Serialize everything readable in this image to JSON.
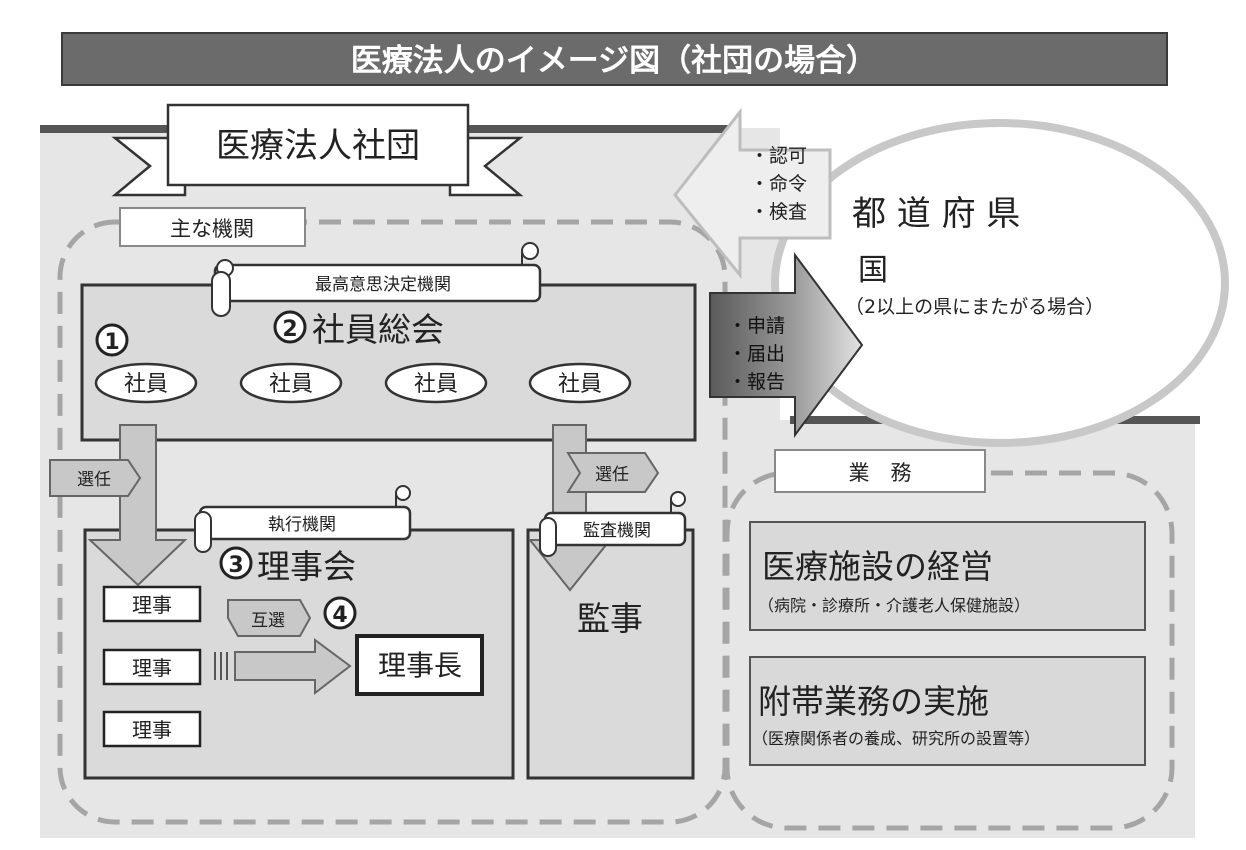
{
  "title": "医療法人のイメージ図（社団の場合）",
  "banner": "医療法人社団",
  "organs_label": "主な機関",
  "supreme_tag": "最高意思決定機関",
  "general_meeting": "社員総会",
  "members": [
    "社員",
    "社員",
    "社員",
    "社員"
  ],
  "marker_1": "1",
  "marker_2": "2",
  "marker_3": "3",
  "marker_4": "4",
  "appoint_left": "選任",
  "appoint_right": "選任",
  "exec_tag": "執行機関",
  "board": "理事会",
  "directors": [
    "理事",
    "理事",
    "理事"
  ],
  "mutual_election": "互選",
  "chairman": "理事長",
  "audit_tag": "監査機関",
  "auditor": "監事",
  "gov_actions": [
    "・認可",
    "・命令",
    "・検査"
  ],
  "applicant_actions": [
    "・申請",
    "・届出",
    "・報告"
  ],
  "prefecture": "都 道 府 県",
  "country": "国",
  "country_note": "（2以上の県にまたがる場合）",
  "business_label": "業　務",
  "business": [
    {
      "title": "医療施設の経営",
      "note": "（病院・診療所・介護老人保健施設）"
    },
    {
      "title": "附帯業務の実施",
      "note": "（医療関係者の養成、研究所の設置等）"
    }
  ],
  "colors": {
    "title_bar": "#6b6b6b",
    "panel": "#e8e8e8",
    "box_fill": "#d9d9d9",
    "arrow_fill": "#c8c8c8",
    "dark_line": "#4a4a4a"
  }
}
